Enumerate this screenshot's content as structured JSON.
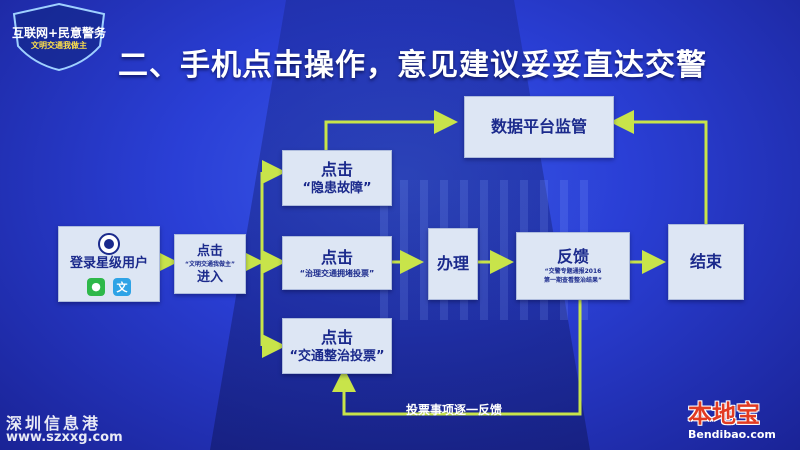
{
  "badge": {
    "line1": "互联网+民意警务",
    "line2": "文明交通我做主"
  },
  "title": "二、手机点击操作，意见建议妥妥直达交警",
  "boxes": {
    "login": {
      "label": "登录星级用户"
    },
    "enter": {
      "line1": "点击",
      "line2": "“文明交通我做主”",
      "line3": "进入"
    },
    "hazard": {
      "line1": "点击",
      "line2": "“隐患故障”"
    },
    "govern": {
      "line1": "点击",
      "line2": "“治理交通拥堵投票”"
    },
    "rectify": {
      "line1": "点击",
      "line2": "“交通整治投票”"
    },
    "handle": {
      "label": "办理"
    },
    "feedback": {
      "line1": "反馈",
      "line2": "“交警专题通报2016",
      "line3": "第一期查看整治结果”"
    },
    "platform": {
      "label": "数据平台监管"
    },
    "end": {
      "label": "结束"
    }
  },
  "feedback_loop_label": "投票事项逐一反馈",
  "watermark": {
    "name": "深圳信息港",
    "url": "www.szxxg.com"
  },
  "logo": {
    "name": "本地宝",
    "url": "Bendibao.com"
  },
  "icons": {
    "wechat": "wechat-icon",
    "app": "app-icon",
    "police": "police-emblem-icon"
  },
  "colors": {
    "arrow": "#c8e44a",
    "box_bg": "#dde6f4",
    "box_text": "#1b2a8c",
    "badge_text": "#ffe14a"
  }
}
